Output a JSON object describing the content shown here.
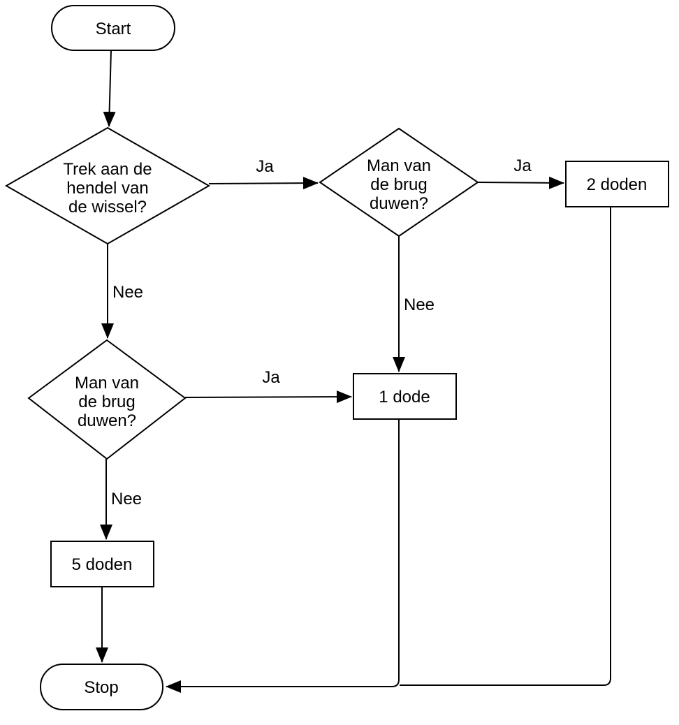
{
  "diagram": {
    "kind": "flowchart",
    "background_color": "#ffffff",
    "stroke_color": "#000000",
    "text_color": "#000000"
  },
  "nodes": {
    "start": {
      "shape": "terminator",
      "label": "Start"
    },
    "decision_wissel": {
      "shape": "decision",
      "lines": [
        "Trek aan de",
        "hendel van",
        "de wissel?"
      ]
    },
    "decision_brug_top": {
      "shape": "decision",
      "lines": [
        "Man van",
        "de brug",
        "duwen?"
      ]
    },
    "decision_brug_left": {
      "shape": "decision",
      "lines": [
        "Man van",
        "de brug",
        "duwen?"
      ]
    },
    "result_two_deaths": {
      "shape": "process",
      "label": "2 doden"
    },
    "result_one_death": {
      "shape": "process",
      "label": "1 dode"
    },
    "result_five_deaths": {
      "shape": "process",
      "label": "5 doden"
    },
    "stop": {
      "shape": "terminator",
      "label": "Stop"
    }
  },
  "edge_labels": {
    "wissel_ja": "Ja",
    "wissel_nee": "Nee",
    "brug_top_ja": "Ja",
    "brug_top_nee": "Nee",
    "brug_left_ja": "Ja",
    "brug_left_nee": "Nee"
  }
}
